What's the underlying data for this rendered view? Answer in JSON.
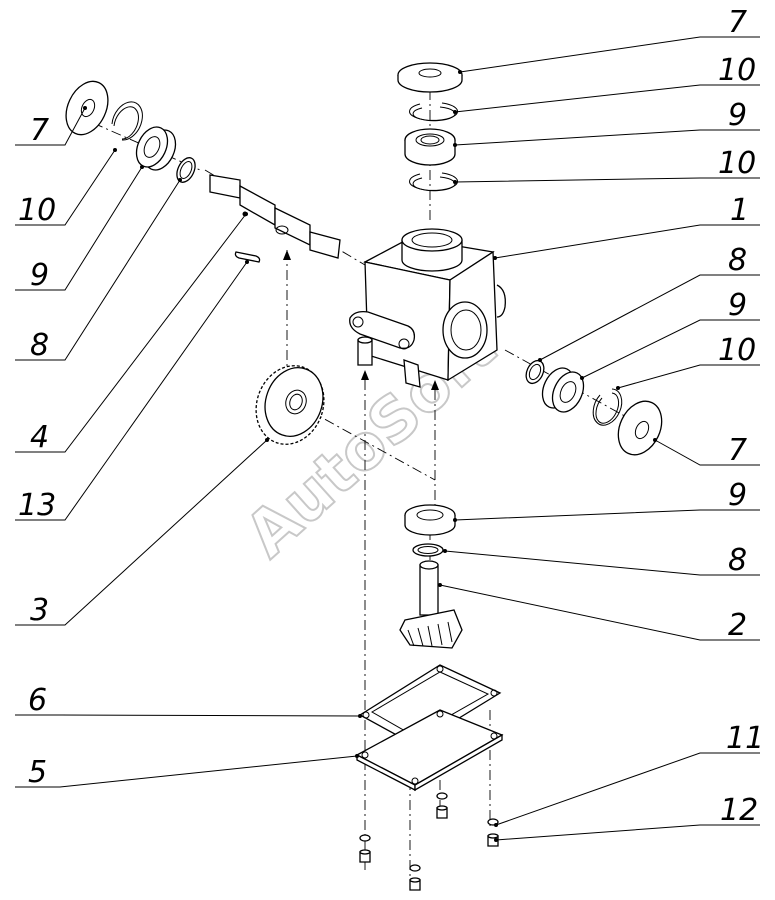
{
  "watermark": "AutoSoft",
  "callouts": {
    "c7_top": "7",
    "c10_top1": "10",
    "c9_top": "9",
    "c10_top2": "10",
    "c1": "1",
    "c8_right": "8",
    "c9_right": "9",
    "c10_right": "10",
    "c7_right": "7",
    "c9_lower": "9",
    "c8_lower": "8",
    "c2": "2",
    "c11": "11",
    "c12": "12",
    "c7_left": "7",
    "c10_left": "10",
    "c9_left": "9",
    "c8_left": "8",
    "c4": "4",
    "c13": "13",
    "c3": "3",
    "c6": "6",
    "c5": "5"
  }
}
